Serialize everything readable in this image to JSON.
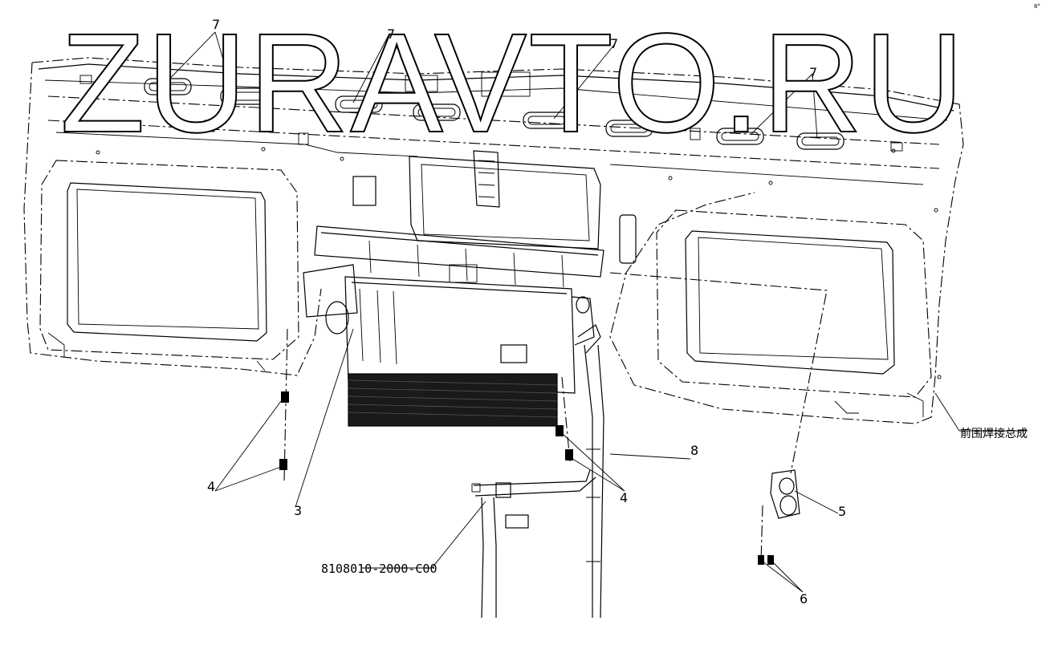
{
  "watermark": "ZURAVTO.RU",
  "callouts": {
    "c7a": "7",
    "c7b": "7",
    "c7c": "7",
    "c7d": "7",
    "c4a": "4",
    "c4b": "4",
    "c3": "3",
    "c5": "5",
    "c6": "6",
    "c8": "8"
  },
  "part_number": "8108010-2000-C00",
  "assembly_label": "前围焊接总成",
  "corner_mark": "8°"
}
